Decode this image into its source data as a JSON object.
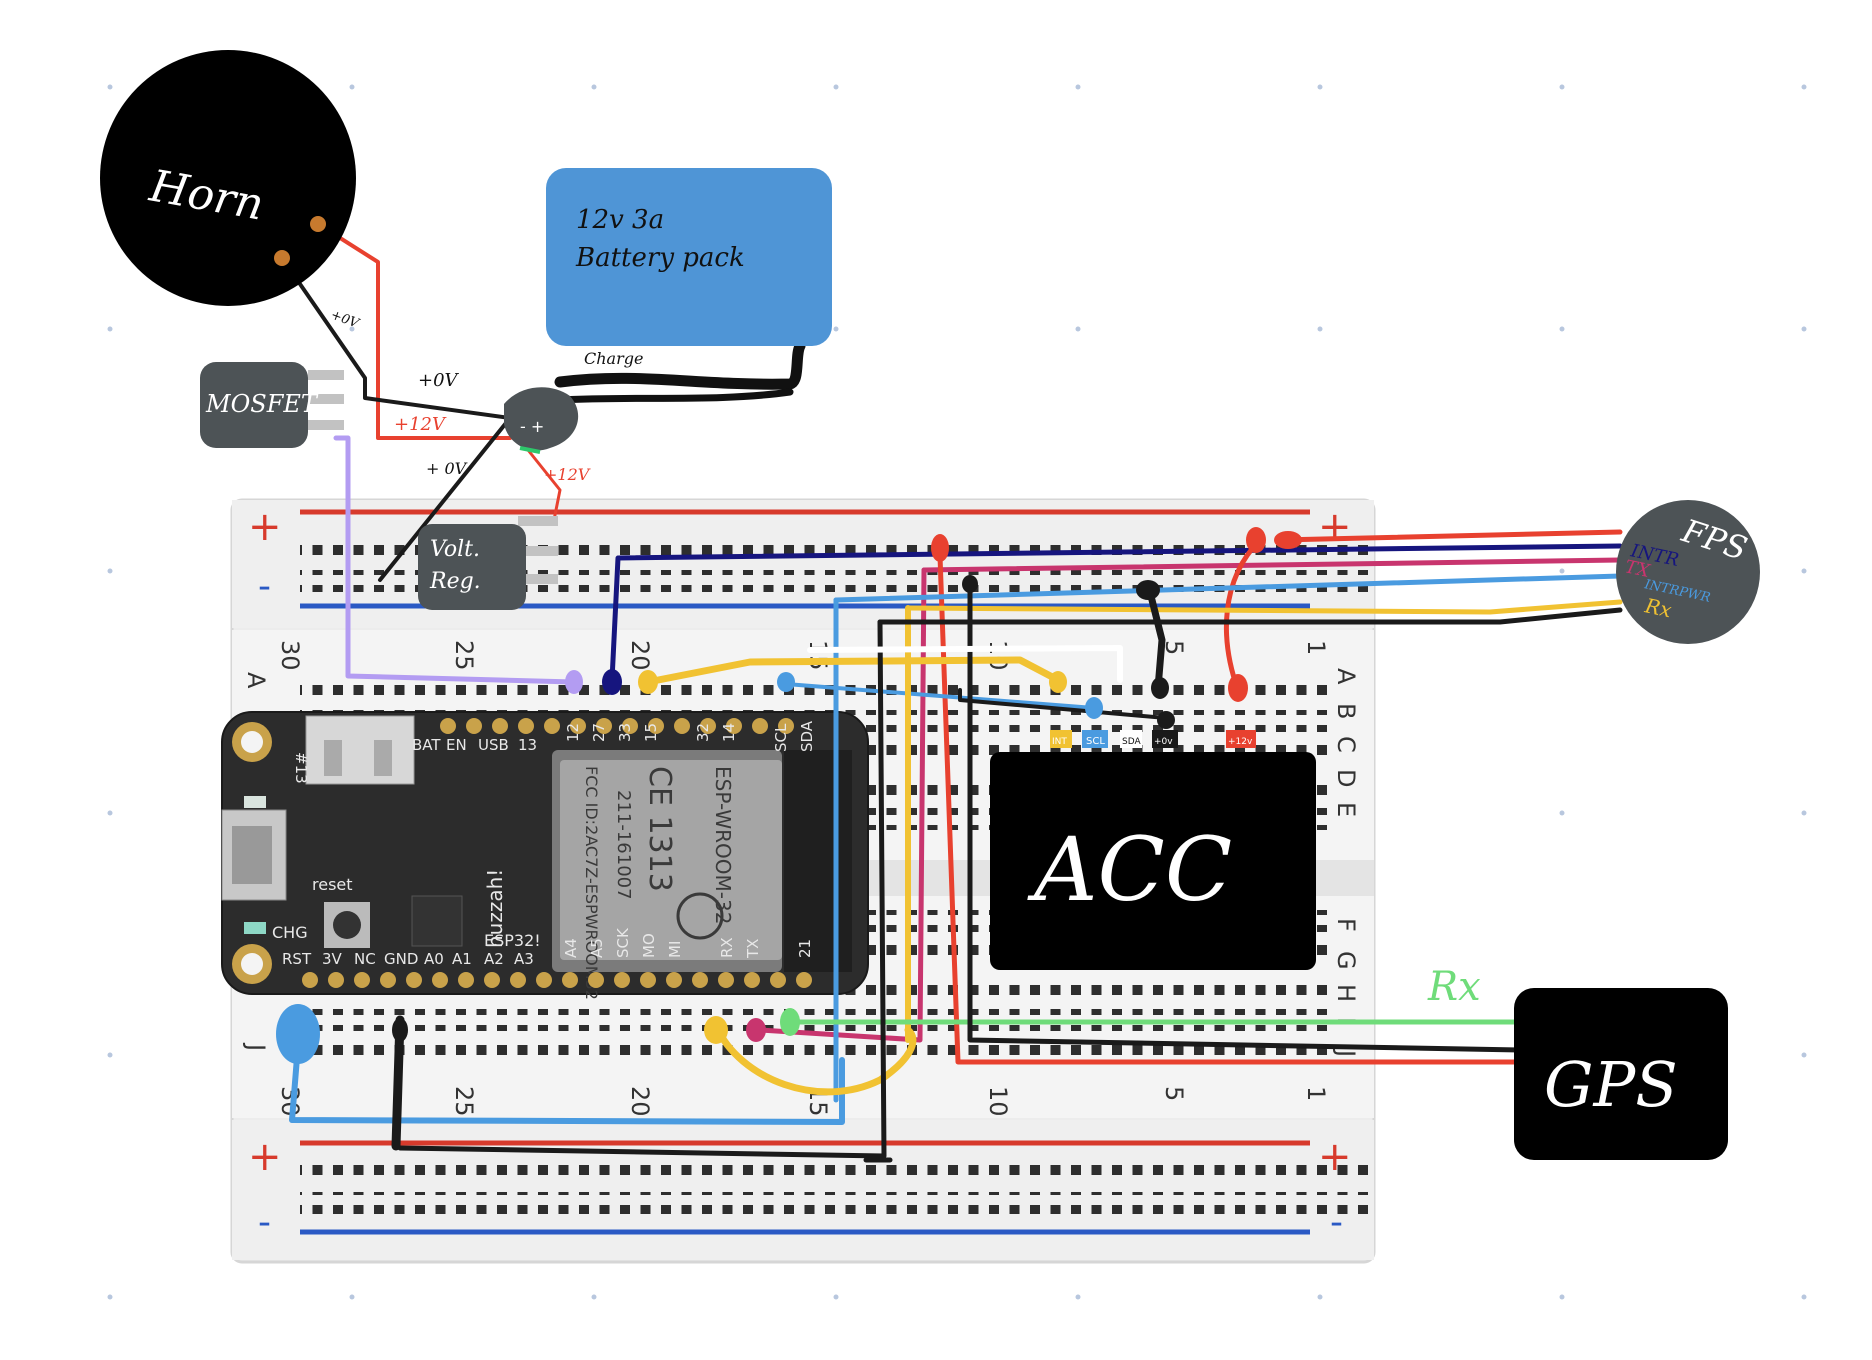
{
  "components": {
    "horn": {
      "label": "Horn"
    },
    "battery": {
      "line1": "12v 3a",
      "line2": "Battery pack",
      "wire_label": "Charge"
    },
    "mosfet": {
      "label": "MOSFET"
    },
    "regulator": {
      "line1": "Volt.",
      "line2": "Reg."
    },
    "fps": {
      "label": "FPS",
      "pins": [
        "INTR",
        "TX",
        "INTRPWR",
        "Rx"
      ]
    },
    "acc": {
      "label": "ACC",
      "pins": [
        "INT",
        "SCL",
        "SDA",
        "+0v",
        "+12v"
      ]
    },
    "gps": {
      "label": "GPS",
      "rx_label": "Rx"
    }
  },
  "wire_labels": {
    "horn_0v": "+0V",
    "mosfet_0v": "+0V",
    "mosfet_12v": "+12V",
    "reg_0v": "+ 0V",
    "reg_12v": "+12V"
  },
  "breadboard": {
    "row_letters_top": [
      "A",
      "B",
      "C",
      "D",
      "E"
    ],
    "row_letters_bottom": [
      "F",
      "G",
      "H",
      "I",
      "J"
    ],
    "col_numbers": [
      "30",
      "25",
      "20",
      "15",
      "10",
      "5",
      "1"
    ],
    "plus": "+",
    "minus": "-"
  },
  "esp32": {
    "module_brand": "ESP-WROOM-32",
    "ce_mark": "CE 1313",
    "fcc_line": "FCC ID:2AC7Z-ESPWROOM32",
    "r_line": "211-161007",
    "board_name": "huzzah!",
    "board_sub": "ESP32!",
    "chg_label": "CHG",
    "reset_label": "reset",
    "top_pin_labels": [
      "BAT",
      "EN",
      "USB",
      "13",
      "12",
      "27",
      "33",
      "15",
      "32",
      "14",
      "SCL",
      "SDA"
    ],
    "bottom_pin_labels": [
      "RST",
      "3V",
      "NC",
      "GND",
      "A0",
      "A1",
      "A2",
      "A3",
      "A4",
      "A5",
      "SCK",
      "MO",
      "MI",
      "RX",
      "TX",
      "21"
    ],
    "led_label": "#13"
  },
  "colors": {
    "battery": "#4f95d6",
    "wire_red": "#e8412f",
    "wire_blue": "#4a9be0",
    "wire_yellow": "#f1c232",
    "wire_navy": "#16157e",
    "wire_magenta": "#c8356e",
    "wire_green": "#6fdc7a",
    "wire_purple": "#b39cf2",
    "component_grey": "#4d5356"
  }
}
